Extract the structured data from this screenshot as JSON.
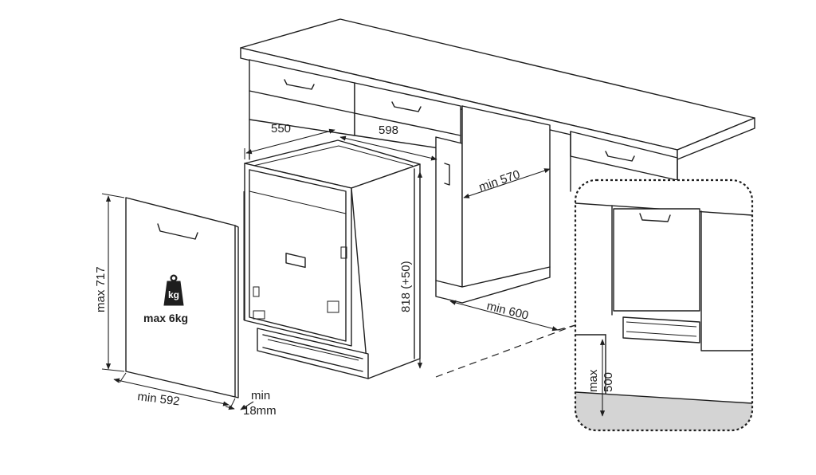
{
  "dimensions": {
    "cabinet_depth": "550",
    "appliance_width": "598",
    "niche_width": "min 570",
    "appliance_height": "818 (+50)",
    "niche_depth": "min 600",
    "door_height": "max 717",
    "door_width": "min 592",
    "door_thickness_line1": "min",
    "door_thickness_line2": "18mm",
    "plinth_max_line1": "max",
    "plinth_max_line2": "500"
  },
  "weight_icon": {
    "unit": "kg",
    "label": "max 6kg"
  },
  "colors": {
    "line": "#1e1e1e",
    "plinth_fill": "#d4d4d4",
    "background": "#ffffff"
  }
}
